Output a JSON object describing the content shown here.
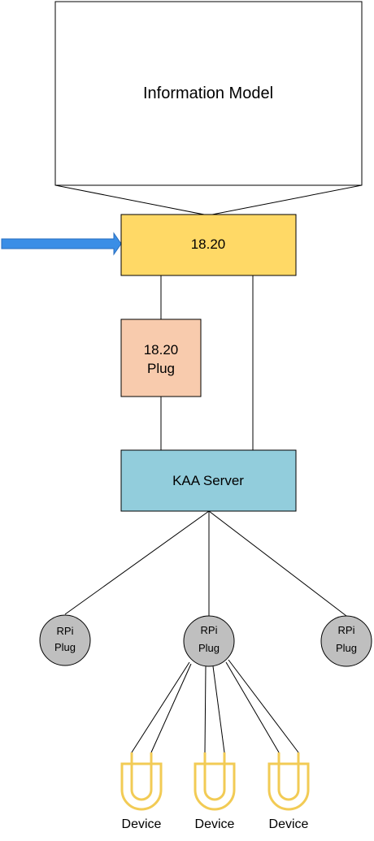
{
  "diagram": {
    "info_model": {
      "label": "Information Model"
    },
    "system_box": {
      "label": "18.20"
    },
    "plug_box": {
      "line1": "18.20",
      "line2": "Plug"
    },
    "server_box": {
      "label": "KAA Server"
    },
    "rpi_nodes": [
      {
        "line1": "RPi",
        "line2": "Plug"
      },
      {
        "line1": "RPi",
        "line2": "Plug"
      },
      {
        "line1": "RPi",
        "line2": "Plug"
      }
    ],
    "devices": [
      {
        "label": "Device"
      },
      {
        "label": "Device"
      },
      {
        "label": "Device"
      }
    ]
  },
  "colors": {
    "system_fill": "#FFD966",
    "plug_fill": "#F8CBAD",
    "server_fill": "#92CDDC",
    "rpi_fill": "#BFBFBF",
    "device_stroke": "#F2CB55",
    "arrow_fill": "#3A8EE6"
  }
}
